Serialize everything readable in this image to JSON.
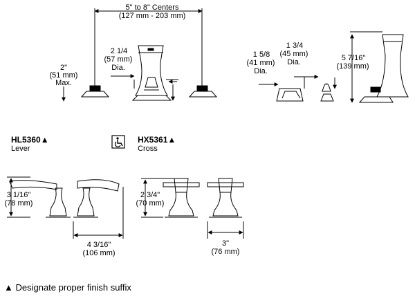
{
  "dims": {
    "centers_1": "5\" to 8\" Centers",
    "centers_2": "(127 mm - 203 mm)",
    "max_1": "2\"",
    "max_2": "(51 mm)",
    "max_3": "Max.",
    "spout_dia_1": "2 1/4",
    "spout_dia_2": "(57 mm)",
    "spout_dia_3": "Dia.",
    "base_dia_1": "1 5/8",
    "base_dia_2": "(41 mm)",
    "base_dia_3": "Dia.",
    "handle_dia_1": "1 3/4",
    "handle_dia_2": "(45 mm)",
    "handle_dia_3": "Dia.",
    "spout_h_1": "5 7/16\"",
    "spout_h_2": "(139 mm)",
    "lever_h_1": "3 1/16\"",
    "lever_h_2": "(78 mm)",
    "lever_w_1": "4 3/16\"",
    "lever_w_2": "(106 mm)",
    "cross_h_1": "2 3/4\"",
    "cross_h_2": "(70 mm)",
    "cross_w_1": "3\"",
    "cross_w_2": "(76 mm)"
  },
  "models": {
    "lever_code": "HL5360▲",
    "lever_name": "Lever",
    "cross_code": "HX5361▲",
    "cross_name": "Cross"
  },
  "footnote": "▲ Designate proper finish suffix",
  "icons": {
    "accessibility": "wheelchair-icon"
  }
}
